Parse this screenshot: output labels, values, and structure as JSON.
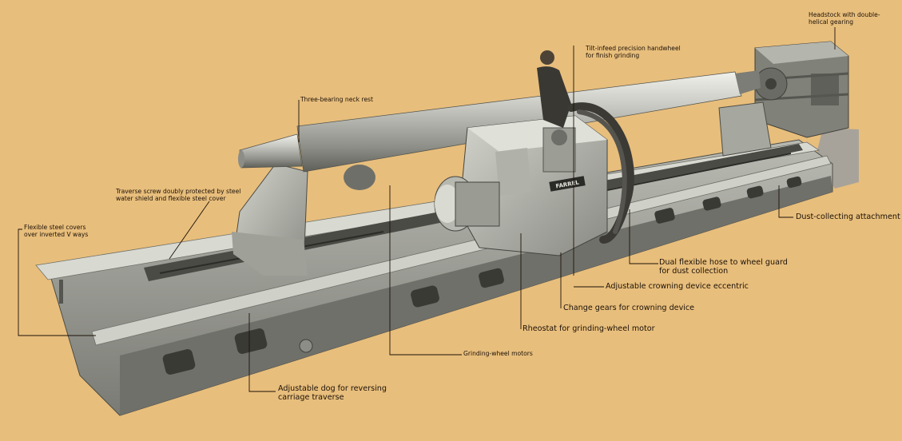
{
  "nameplate": "FARREL",
  "labels": {
    "headstock": "Headstock with double-\nhelical gearing",
    "handwheel": "Tilt-infeed precision handwheel\nfor finish grinding",
    "neck_rest": "Three-bearing neck rest",
    "traverse_screw": "Traverse screw doubly protected by steel\nwater shield and flexible steel cover",
    "flexible_covers": "Flexible steel covers\nover inverted V ways",
    "dust_attachment": "Dust-collecting attachment",
    "dual_hose": "Dual flexible hose to wheel guard\nfor dust collection",
    "crowning_eccentric": "Adjustable crowning device eccentric",
    "change_gears": "Change gears for crowning device",
    "rheostat": "Rheostat for grinding-wheel motor",
    "wheel_motors": "Grinding-wheel motors",
    "adjustable_dog": "Adjustable dog for reversing\ncarriage traverse"
  },
  "colors": {
    "background": "#e8be7c",
    "machine_light": "#c9cac2",
    "machine_mid": "#9a9b93",
    "machine_dark": "#55564f",
    "leader_line": "#1c1208"
  }
}
